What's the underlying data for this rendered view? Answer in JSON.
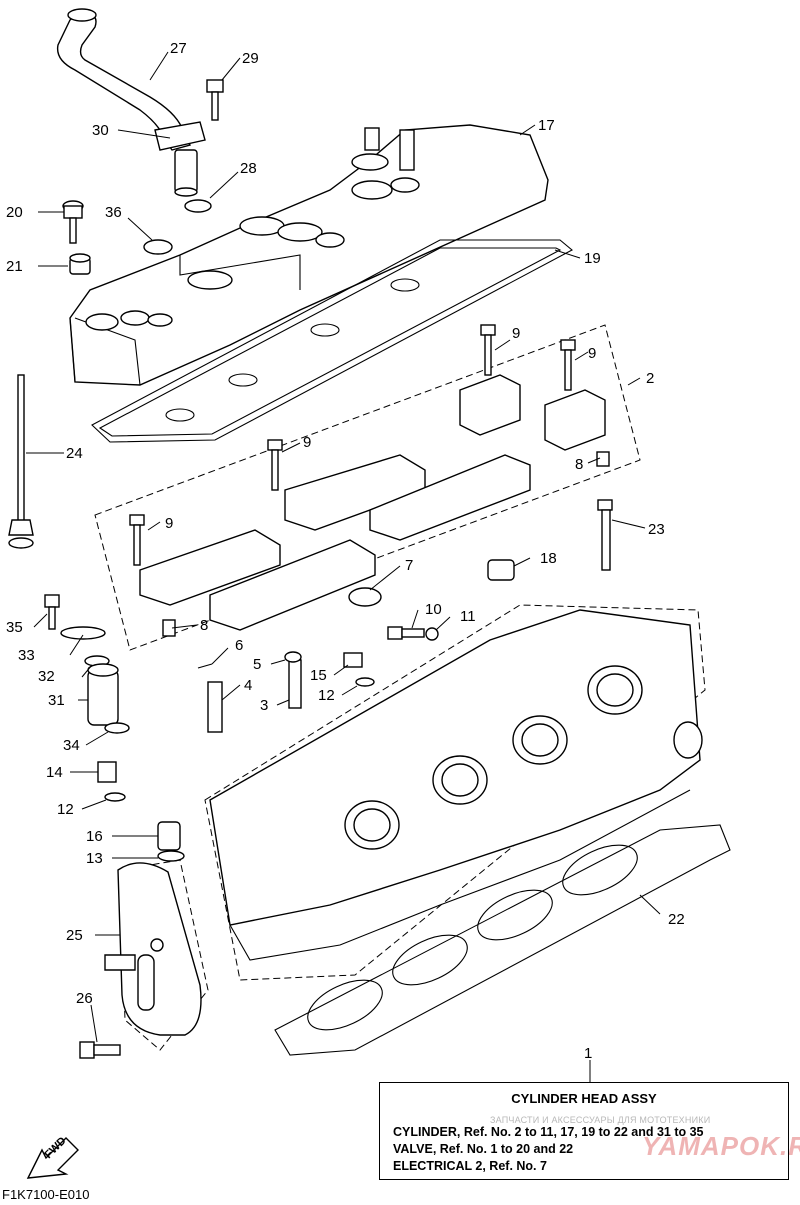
{
  "callouts": [
    {
      "id": "27",
      "label": "27"
    },
    {
      "id": "29",
      "label": "29"
    },
    {
      "id": "30",
      "label": "30"
    },
    {
      "id": "17",
      "label": "17"
    },
    {
      "id": "28",
      "label": "28"
    },
    {
      "id": "20",
      "label": "20"
    },
    {
      "id": "36",
      "label": "36"
    },
    {
      "id": "21",
      "label": "21"
    },
    {
      "id": "19",
      "label": "19"
    },
    {
      "id": "9a",
      "label": "9"
    },
    {
      "id": "9b",
      "label": "9"
    },
    {
      "id": "2",
      "label": "2"
    },
    {
      "id": "9c",
      "label": "9"
    },
    {
      "id": "8a",
      "label": "8"
    },
    {
      "id": "24",
      "label": "24"
    },
    {
      "id": "9d",
      "label": "9"
    },
    {
      "id": "23",
      "label": "23"
    },
    {
      "id": "18",
      "label": "18"
    },
    {
      "id": "7",
      "label": "7"
    },
    {
      "id": "10",
      "label": "10"
    },
    {
      "id": "11",
      "label": "11"
    },
    {
      "id": "35",
      "label": "35"
    },
    {
      "id": "8b",
      "label": "8"
    },
    {
      "id": "33",
      "label": "33"
    },
    {
      "id": "6",
      "label": "6"
    },
    {
      "id": "32",
      "label": "32"
    },
    {
      "id": "5",
      "label": "5"
    },
    {
      "id": "15",
      "label": "15"
    },
    {
      "id": "4",
      "label": "4"
    },
    {
      "id": "31",
      "label": "31"
    },
    {
      "id": "12a",
      "label": "12"
    },
    {
      "id": "3",
      "label": "3"
    },
    {
      "id": "34",
      "label": "34"
    },
    {
      "id": "14",
      "label": "14"
    },
    {
      "id": "12b",
      "label": "12"
    },
    {
      "id": "16",
      "label": "16"
    },
    {
      "id": "13",
      "label": "13"
    },
    {
      "id": "22",
      "label": "22"
    },
    {
      "id": "25",
      "label": "25"
    },
    {
      "id": "26",
      "label": "26"
    },
    {
      "id": "1",
      "label": "1"
    }
  ],
  "assembly": {
    "title": "CYLINDER HEAD ASSY",
    "watermark": "ЗАПЧАСТИ И АКСЕССУАРЫ ДЛЯ МОТОТЕХНИКИ",
    "logo": "YAMAPOK.RU",
    "rows": [
      "CYLINDER,  Ref. No. 2 to 11, 17, 19 to 22 and 31 to 35",
      "VALVE, Ref. No. 1 to 20 and 22",
      "ELECTRICAL 2, Ref. No. 7"
    ]
  },
  "fwd_label": "FWD",
  "ref_code": "F1K7100-E010"
}
